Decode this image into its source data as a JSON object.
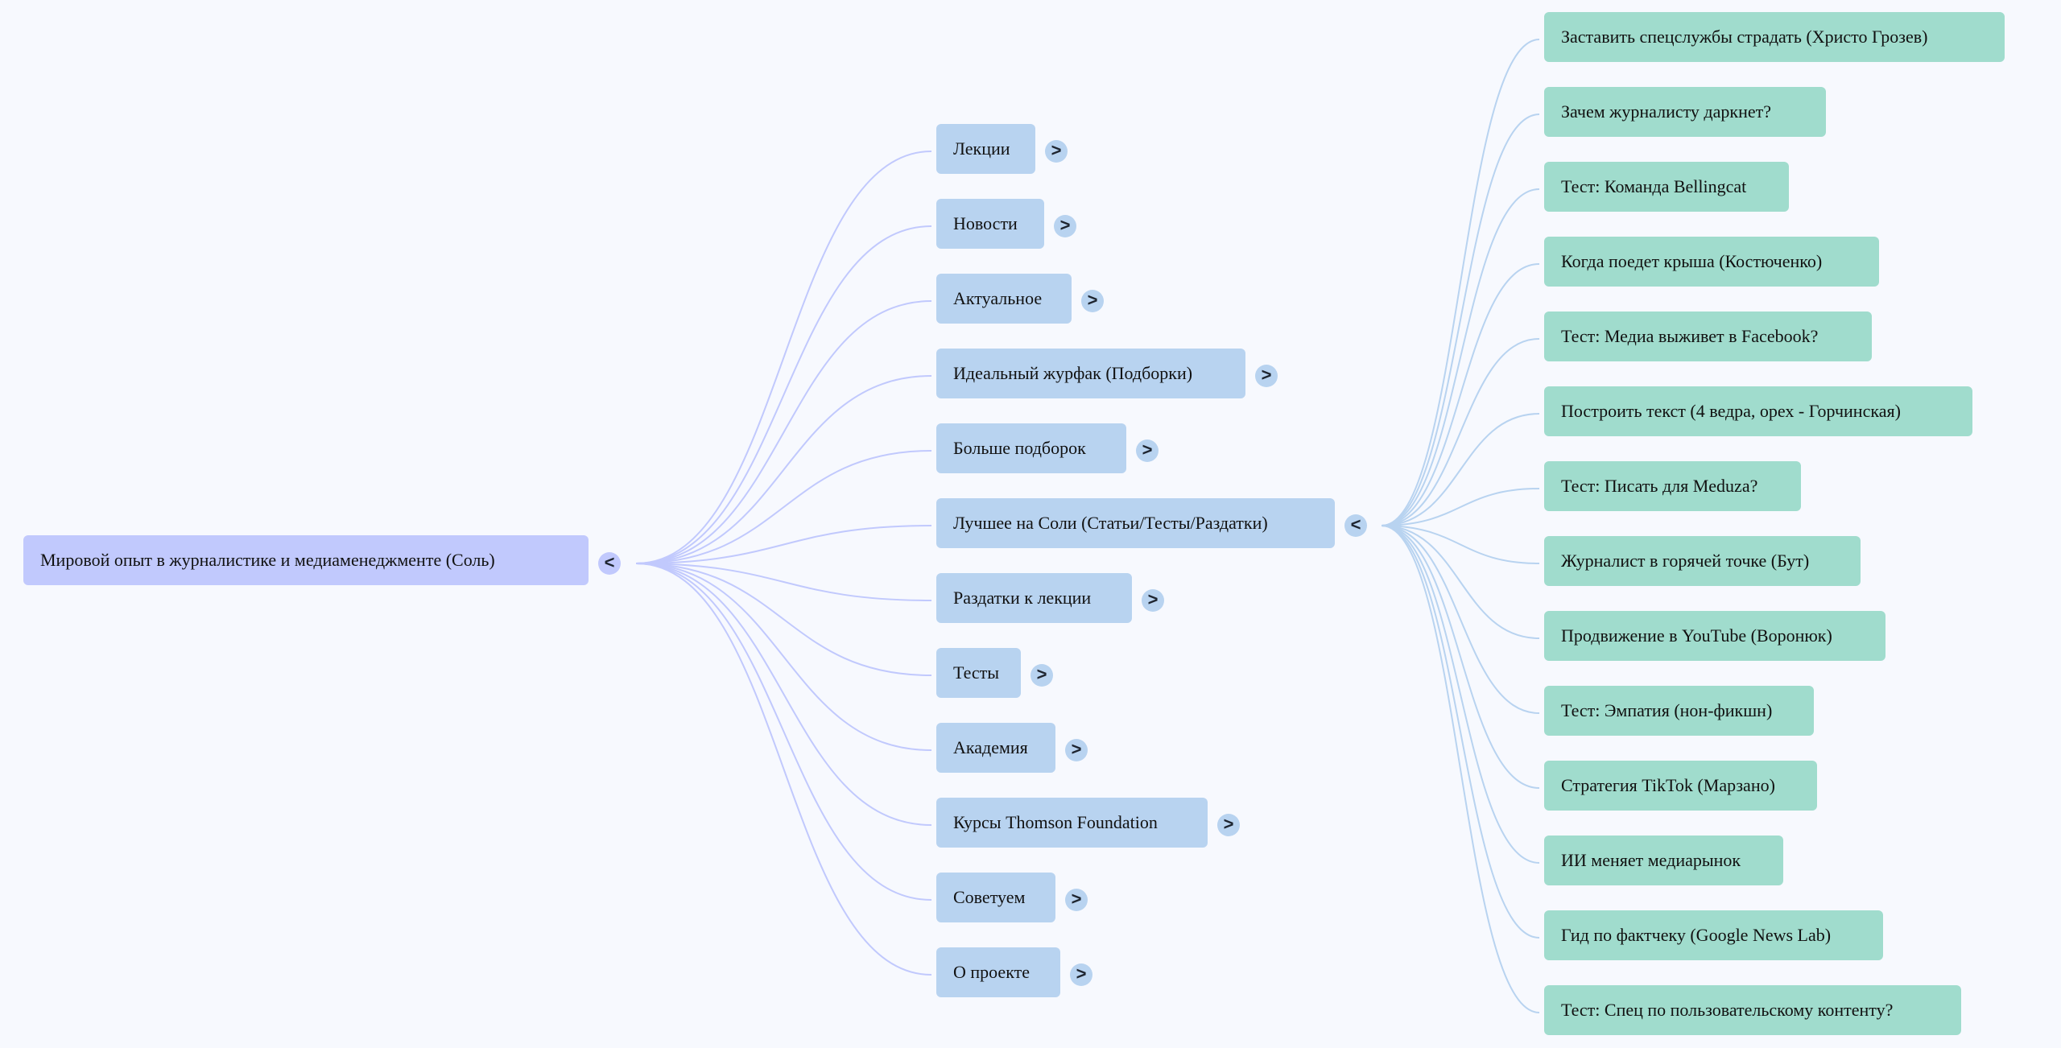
{
  "colors": {
    "background": "#f7f9fe",
    "root_node": "#c1c9fd",
    "mid_node": "#b8d3f0",
    "leaf_node": "#a0dccd",
    "root_links": "#c1c9fd",
    "leaf_links": "#b8d3f0"
  },
  "icons": {
    "expand": "chevron-right-icon",
    "collapse": "chevron-left-icon"
  },
  "root": {
    "label": "Мировой опыт в журналистике и медиаменеджменте (Соль)",
    "toggle": "<"
  },
  "branches": [
    {
      "label": "Лекции",
      "toggle": ">"
    },
    {
      "label": "Новости",
      "toggle": ">"
    },
    {
      "label": "Актуальное",
      "toggle": ">"
    },
    {
      "label": "Идеальный журфак (Подборки)",
      "toggle": ">"
    },
    {
      "label": "Больше подборок",
      "toggle": ">"
    },
    {
      "label": "Лучшее на Соли (Статьи/Тесты/Раздатки)",
      "toggle": "<",
      "expanded": true
    },
    {
      "label": "Раздатки к лекции",
      "toggle": ">"
    },
    {
      "label": "Тесты",
      "toggle": ">"
    },
    {
      "label": "Академия",
      "toggle": ">"
    },
    {
      "label": "Курсы Thomson Foundation",
      "toggle": ">"
    },
    {
      "label": "Советуем",
      "toggle": ">"
    },
    {
      "label": "О проекте",
      "toggle": ">"
    }
  ],
  "leaves": [
    {
      "label": "Заставить спецслужбы страдать (Христо Грозев)"
    },
    {
      "label": "Зачем журналисту даркнет?"
    },
    {
      "label": "Тест: Команда Bellingcat"
    },
    {
      "label": "Когда поедет крыша (Костюченко)"
    },
    {
      "label": "Тест: Медиа выживет в Facebook?"
    },
    {
      "label": "Построить текст (4 ведра, орех - Горчинская)"
    },
    {
      "label": "Тест: Писать для Meduza?"
    },
    {
      "label": "Журналист в горячей точке (Бут)"
    },
    {
      "label": "Продвижение в YouTube (Воронюк)"
    },
    {
      "label": "Тест: Эмпатия (нон-фикшн)"
    },
    {
      "label": "Стратегия TikTok (Марзано)"
    },
    {
      "label": "ИИ меняет медиарынок"
    },
    {
      "label": "Гид по фактчеку (Google News Lab)"
    },
    {
      "label": "Тест: Спец по пользовательскому контенту?"
    }
  ]
}
